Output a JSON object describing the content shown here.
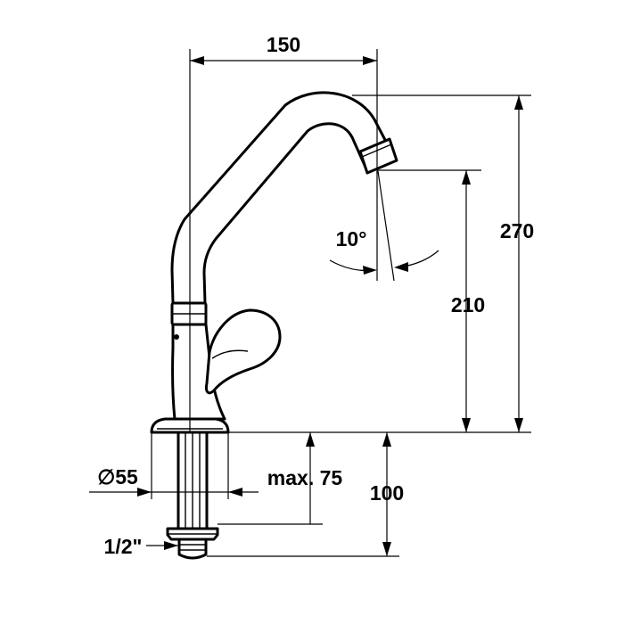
{
  "labels": {
    "width_150": "150",
    "height_270": "270",
    "height_210": "210",
    "angle_10": "10°",
    "diameter_55": "∅55",
    "max_75": "max. 75",
    "length_100": "100",
    "thread_half_inch": "1/2\""
  },
  "colors": {
    "line": "#000000",
    "background": "#ffffff"
  }
}
